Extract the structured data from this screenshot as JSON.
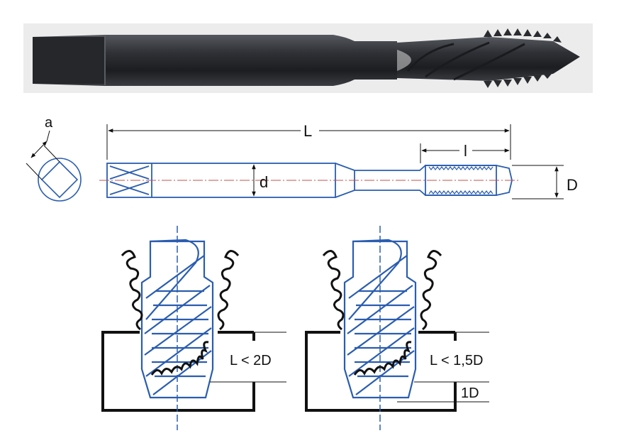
{
  "labels": {
    "a": "a",
    "L": "L",
    "l": "l",
    "d": "d",
    "D": "D",
    "depth_left": "L < 2D",
    "depth_right": "L < 1,5D",
    "one_d": "1D"
  },
  "colors": {
    "tool_blue": "#2a5db0",
    "center_red": "#c0504d",
    "dim_black": "#111111",
    "chip_black": "#111111",
    "photo_dark": "#2b2d31",
    "photo_bg": "#ececec"
  }
}
